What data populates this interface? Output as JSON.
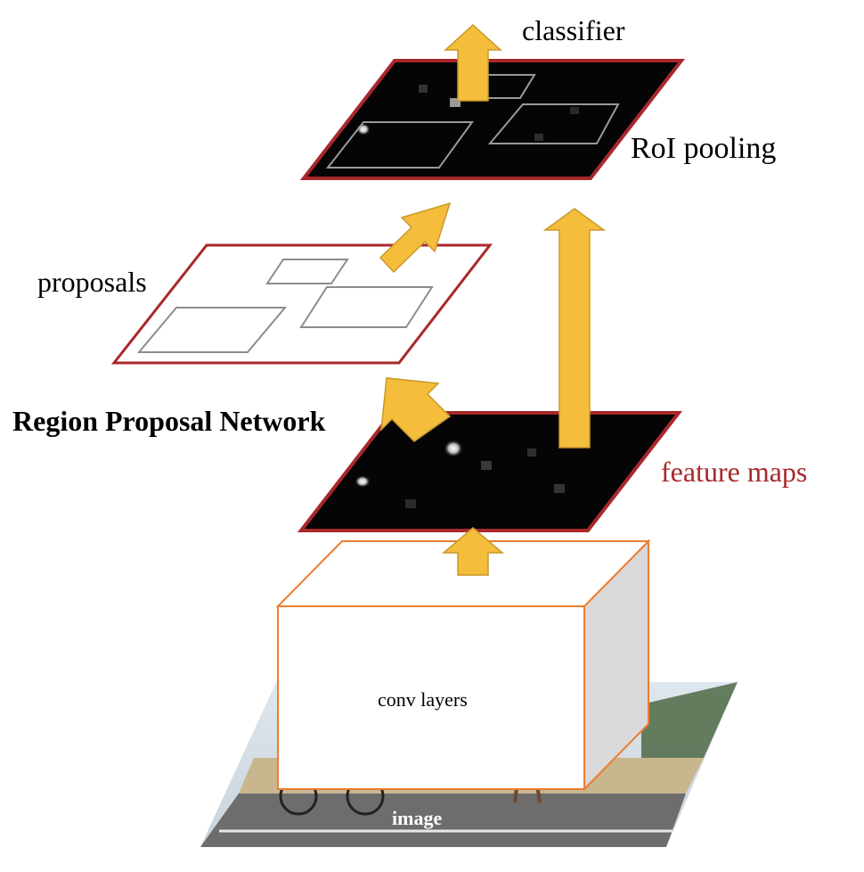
{
  "labels": {
    "classifier": "classifier",
    "roi_pooling": "RoI pooling",
    "proposals": "proposals",
    "rpn": "Region Proposal Network",
    "feature_maps": "feature maps",
    "conv_layers": "conv layers",
    "image": "image"
  },
  "colors": {
    "arrow": "#f5bd3c",
    "arrow_edge": "#c89a2a",
    "plane_border": "#a8282c",
    "feature_map_fill": "#050505",
    "box_border": "#ed7d31",
    "box_side": "#d9d9d9",
    "proposal_box": "#8c8c8c",
    "label_red": "#a8282c"
  }
}
